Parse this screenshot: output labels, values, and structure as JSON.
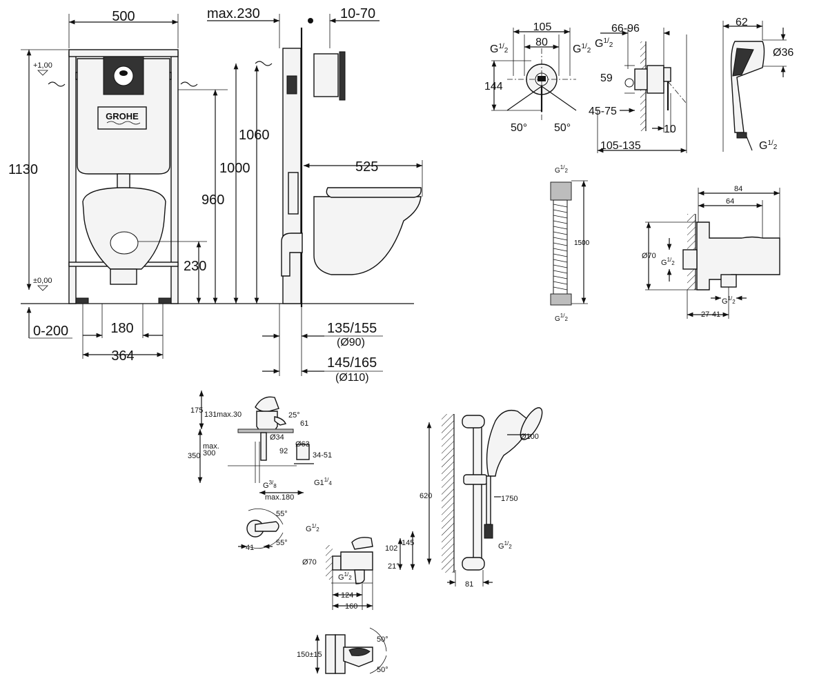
{
  "colors": {
    "ink": "#111111",
    "paper": "#ffffff",
    "fill": "#f4f4f4",
    "dark": "#333333"
  },
  "brand": {
    "logo_text": "GROHE"
  },
  "installation_frame": {
    "width": "500",
    "depth_max": "max.230",
    "wall_offset": "10-70",
    "height_total": "1130",
    "level_top": "+1,00",
    "level_zero": "±0,00",
    "h1060": "1060",
    "h1000": "1000",
    "h960": "960",
    "h230": "230",
    "floor_adjust": "0-200",
    "feet_spacing": "180",
    "feet_width": "364",
    "bowl_projection": "525",
    "pipe_1": "135/155",
    "pipe_1_d": "(Ø90)",
    "pipe_2": "145/165",
    "pipe_2_d": "(Ø110)"
  },
  "hygienic_shower_valve": {
    "d105": "105",
    "d80": "80",
    "thread": "G",
    "thread_frac_num": "1",
    "thread_frac_den": "2",
    "d144": "144",
    "angle": "50°",
    "d66_96": "66-96",
    "d59": "59",
    "d45_75": "45-75",
    "d10": "10",
    "d105_135": "105-135"
  },
  "hand_spray": {
    "d62": "62",
    "d36": "Ø36"
  },
  "hose": {
    "length": "1500"
  },
  "wall_outlet": {
    "d84": "84",
    "d64": "64",
    "d70": "Ø70",
    "d27_41": "27-41"
  },
  "basin_mixer": {
    "h175": "175",
    "d131": "131",
    "max30": "max.30",
    "a25": "25°",
    "d61": "61",
    "d34": "Ø34",
    "d63": "Ø63",
    "d92": "92",
    "d34_51": "34-51",
    "max300a": "max.",
    "max300b": "300",
    "h350": "350",
    "g38": "G",
    "g38_num": "3",
    "g38_den": "8",
    "g114": "G1",
    "g114_num": "1",
    "g114_den": "4",
    "max180": "max.180",
    "a55": "55°",
    "d41": "41"
  },
  "bath_mixer": {
    "d70": "Ø70",
    "d102": "102",
    "d145": "145",
    "a21": "21°",
    "d124": "124",
    "d160": "160",
    "h150": "150±15",
    "a50": "50°"
  },
  "shower_rail": {
    "d100": "Ø100",
    "d1750": "1750",
    "h620": "620",
    "d81": "81"
  }
}
